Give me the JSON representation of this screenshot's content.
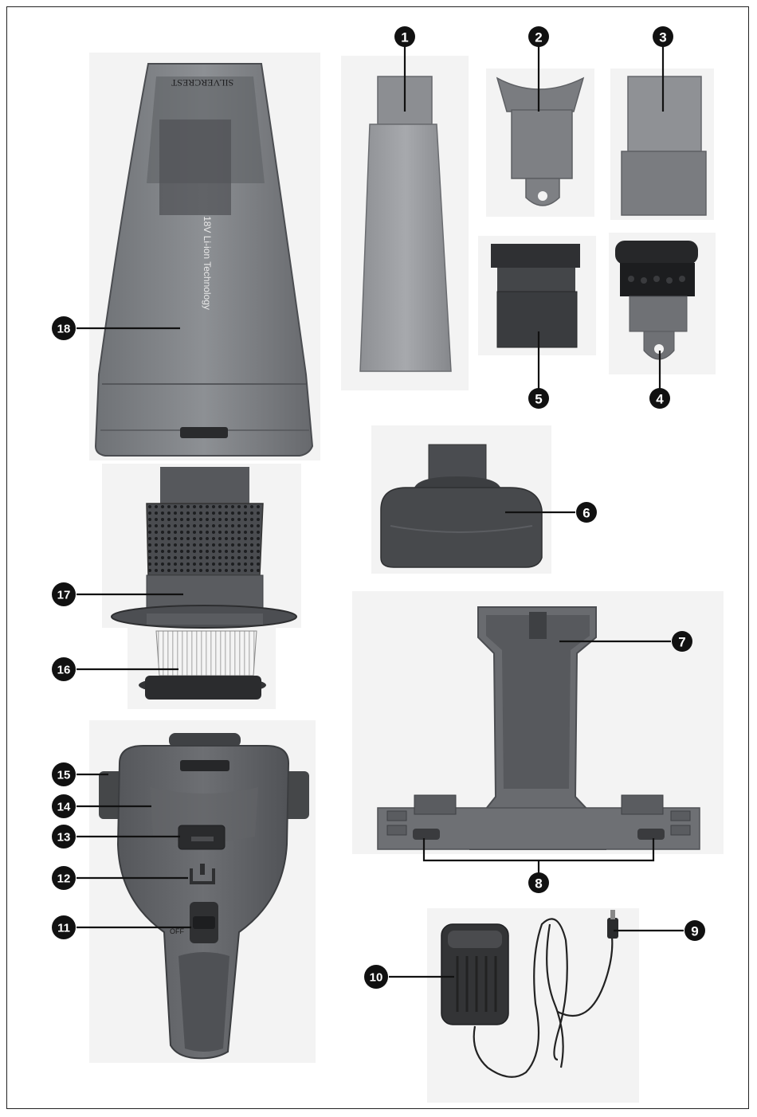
{
  "product_texts": {
    "brand_logo": "SILVERCREST",
    "battery_label": "18V Li-ion Technology",
    "switch_off_label": "OFF"
  },
  "callouts": [
    {
      "id": "1",
      "symbol": "❶"
    },
    {
      "id": "2",
      "symbol": "❷"
    },
    {
      "id": "3",
      "symbol": "❸"
    },
    {
      "id": "4",
      "symbol": "❹"
    },
    {
      "id": "5",
      "symbol": "❺"
    },
    {
      "id": "6",
      "symbol": "❻"
    },
    {
      "id": "7",
      "symbol": "❼"
    },
    {
      "id": "8",
      "symbol": "❽"
    },
    {
      "id": "9",
      "symbol": "❾"
    },
    {
      "id": "10",
      "symbol": "❿"
    },
    {
      "id": "11",
      "symbol": "⓫"
    },
    {
      "id": "12",
      "symbol": "⓬"
    },
    {
      "id": "13",
      "symbol": "⓭"
    },
    {
      "id": "14",
      "symbol": "⓮"
    },
    {
      "id": "15",
      "symbol": "⓯"
    },
    {
      "id": "16",
      "symbol": "⓰"
    },
    {
      "id": "17",
      "symbol": "⓱"
    },
    {
      "id": "18",
      "symbol": "⓲"
    }
  ],
  "colors": {
    "frame": "#222222",
    "callout_fill": "#111111",
    "part_dark": "#5a5c60",
    "part_mid": "#7d7f83",
    "part_light": "#a3a5a9",
    "photo_bg": "#f1f1f1"
  }
}
